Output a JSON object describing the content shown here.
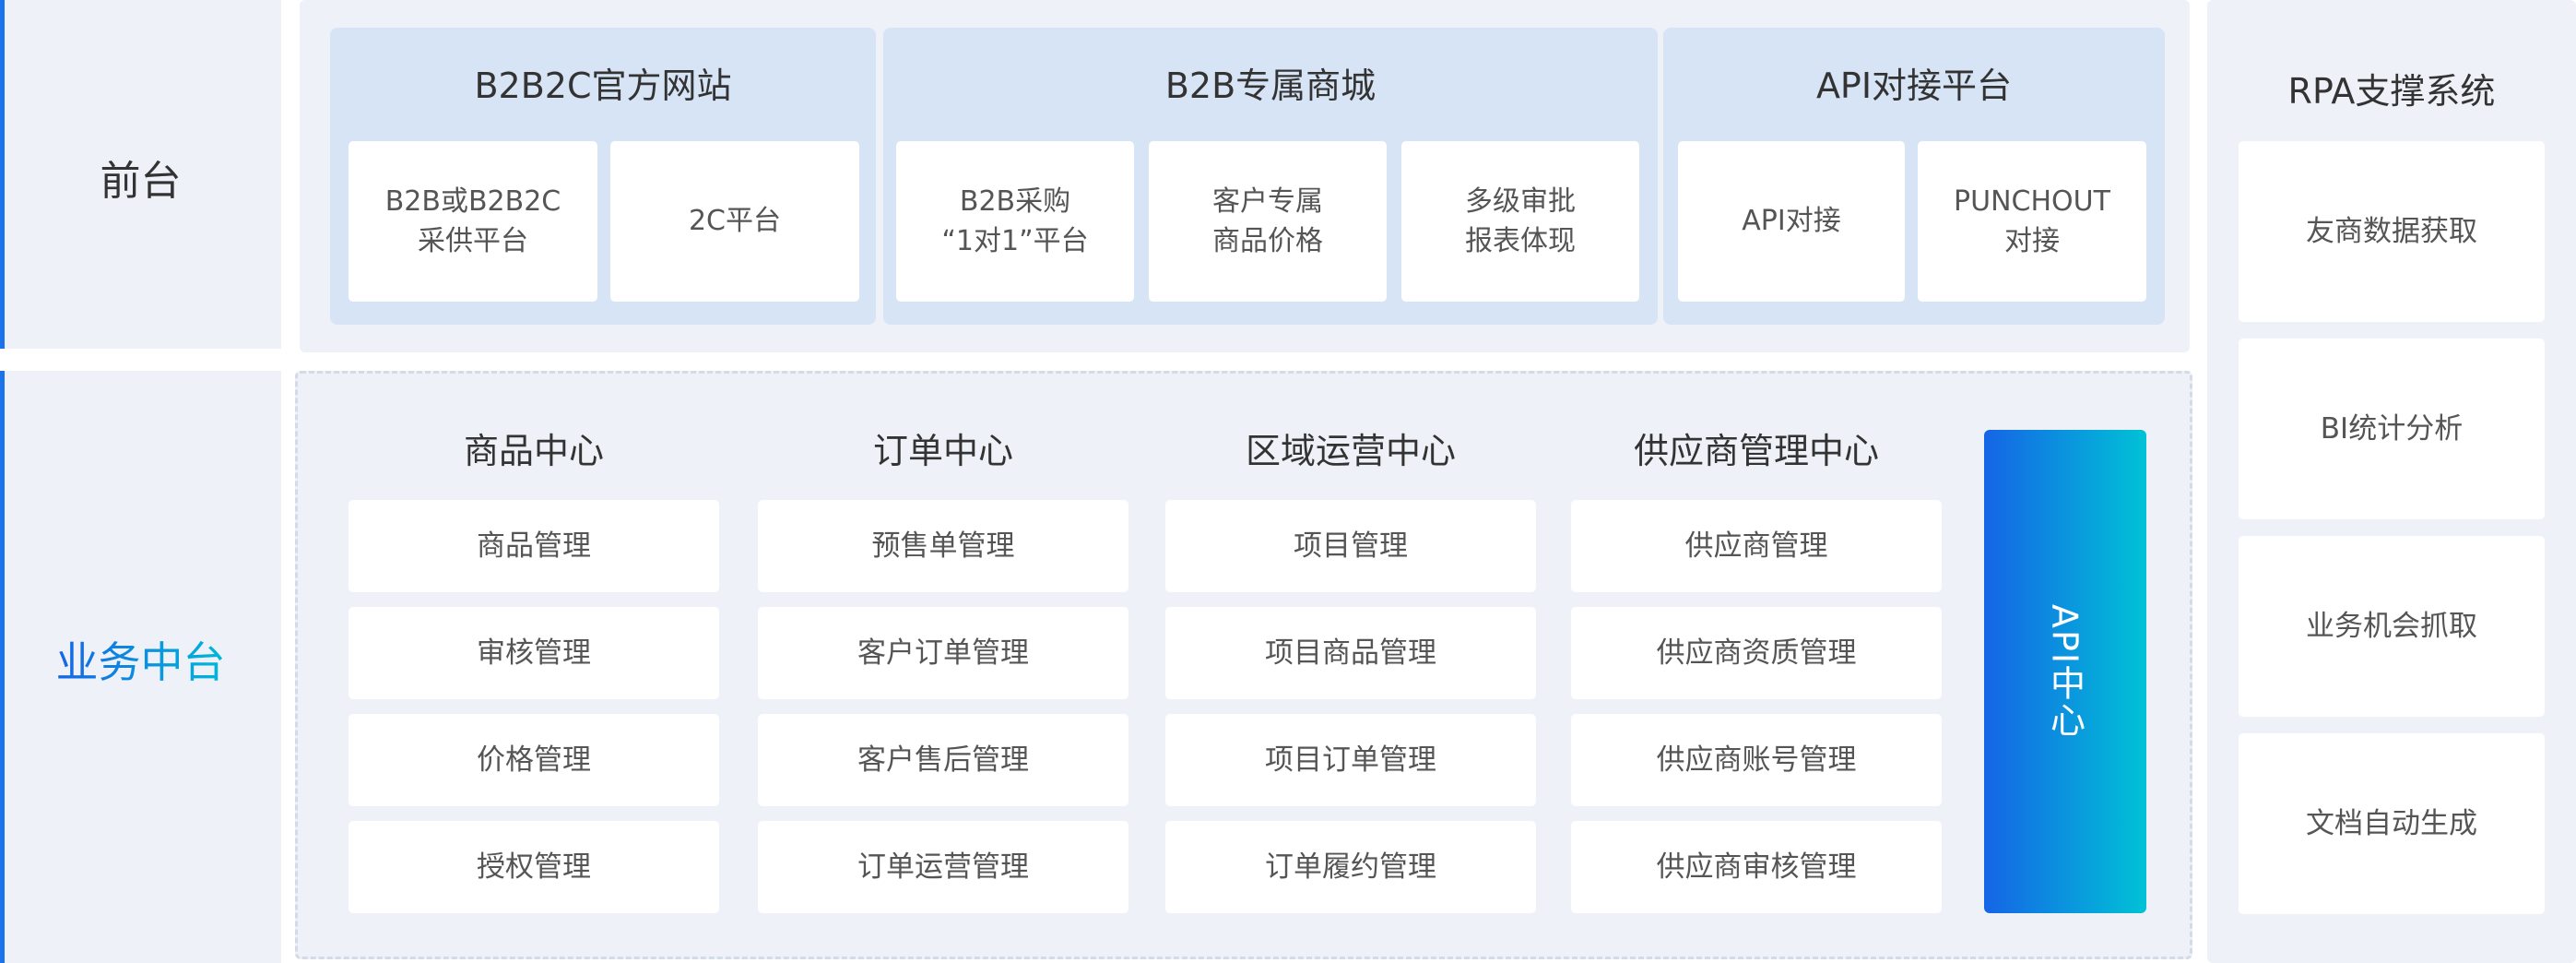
{
  "rows": {
    "frontend": "前台",
    "middle": "业务中台"
  },
  "frontend": {
    "groups": [
      {
        "title": "B2B2C官方网站",
        "cards": [
          "B2B或B2B2C\n采供平台",
          "2C平台"
        ]
      },
      {
        "title": "B2B专属商城",
        "cards": [
          "B2B采购\n“1对1”平台",
          "客户专属\n商品价格",
          "多级审批\n报表体现"
        ]
      },
      {
        "title": "API对接平台",
        "cards": [
          "API对接",
          "PUNCHOUT\n对接"
        ]
      }
    ]
  },
  "centers": [
    {
      "title": "商品中心",
      "items": [
        "商品管理",
        "审核管理",
        "价格管理",
        "授权管理"
      ]
    },
    {
      "title": "订单中心",
      "items": [
        "预售单管理",
        "客户订单管理",
        "客户售后管理",
        "订单运营管理"
      ]
    },
    {
      "title": "区域运营中心",
      "items": [
        "项目管理",
        "项目商品管理",
        "项目订单管理",
        "订单履约管理"
      ]
    },
    {
      "title": "供应商管理中心",
      "items": [
        "供应商管理",
        "供应商资质管理",
        "供应商账号管理",
        "供应商审核管理"
      ]
    }
  ],
  "api_center": "API中心",
  "rpa": {
    "title": "RPA支撑系统",
    "items": [
      "友商数据获取",
      "BI统计分析",
      "业务机会抓取",
      "文档自动生成"
    ]
  },
  "colors": {
    "accent": "#1a73e8",
    "gradient_start": "#1565e6",
    "gradient_end": "#00c2d6",
    "panel": "#eef2f8",
    "group": "#d7e4f5"
  }
}
